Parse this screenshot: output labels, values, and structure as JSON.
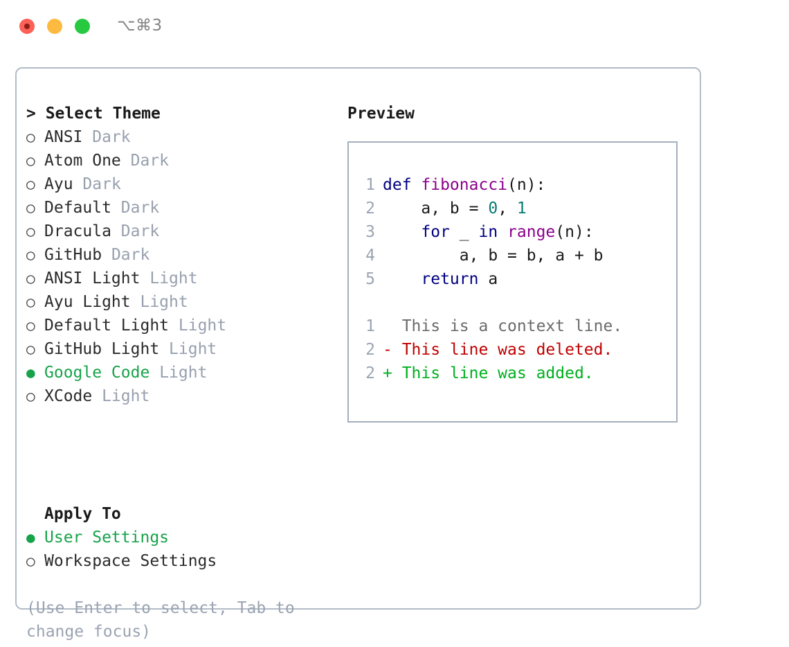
{
  "titlebar": {
    "shortcut": "⌥⌘3",
    "buttons": [
      {
        "name": "close",
        "color": "#fc6058"
      },
      {
        "name": "minimize",
        "color": "#fcbb40"
      },
      {
        "name": "maximize",
        "color": "#26c940"
      }
    ]
  },
  "colors": {
    "accent_green": "#16a34a",
    "muted_gray": "#97a0ae",
    "help_gray": "#9aa3b2",
    "card_border": "#b2bbc7",
    "preview_border": "#a5afbd",
    "keyword": "#000080",
    "function": "#8b008b",
    "number": "#0a7a74",
    "diff_deleted": "#c00000",
    "diff_added": "#00b01e",
    "diff_context": "#6b6b6b",
    "lineno": "#9aa4b2"
  },
  "theme_section": {
    "header": "> Select Theme",
    "bullet_unselected": "○",
    "bullet_selected": "●",
    "items": [
      {
        "label": "ANSI",
        "tag": "Dark",
        "selected": false
      },
      {
        "label": "Atom One",
        "tag": "Dark",
        "selected": false
      },
      {
        "label": "Ayu",
        "tag": "Dark",
        "selected": false
      },
      {
        "label": "Default",
        "tag": "Dark",
        "selected": false
      },
      {
        "label": "Dracula",
        "tag": "Dark",
        "selected": false
      },
      {
        "label": "GitHub",
        "tag": "Dark",
        "selected": false
      },
      {
        "label": "ANSI Light",
        "tag": "Light",
        "selected": false
      },
      {
        "label": "Ayu Light",
        "tag": "Light",
        "selected": false
      },
      {
        "label": "Default Light",
        "tag": "Light",
        "selected": false
      },
      {
        "label": "GitHub Light",
        "tag": "Light",
        "selected": false
      },
      {
        "label": "Google Code",
        "tag": "Light",
        "selected": true
      },
      {
        "label": "XCode",
        "tag": "Light",
        "selected": false
      }
    ]
  },
  "apply_section": {
    "header": "Apply To",
    "items": [
      {
        "label": "User Settings",
        "selected": true
      },
      {
        "label": "Workspace Settings",
        "selected": false
      }
    ]
  },
  "help_text": "(Use Enter to select, Tab to change focus)",
  "preview": {
    "title": "Preview",
    "code_lines": [
      {
        "no": "1",
        "tokens": [
          {
            "t": "def ",
            "c": "kw"
          },
          {
            "t": "fibonacci",
            "c": "fn"
          },
          {
            "t": "(n):",
            "c": "txt"
          }
        ]
      },
      {
        "no": "2",
        "tokens": [
          {
            "t": "    a, b = ",
            "c": "txt"
          },
          {
            "t": "0",
            "c": "num"
          },
          {
            "t": ", ",
            "c": "txt"
          },
          {
            "t": "1",
            "c": "num"
          }
        ]
      },
      {
        "no": "3",
        "tokens": [
          {
            "t": "    ",
            "c": "txt"
          },
          {
            "t": "for",
            "c": "kw"
          },
          {
            "t": " _ ",
            "c": "txt"
          },
          {
            "t": "in",
            "c": "kw"
          },
          {
            "t": " ",
            "c": "txt"
          },
          {
            "t": "range",
            "c": "fn"
          },
          {
            "t": "(n):",
            "c": "txt"
          }
        ]
      },
      {
        "no": "4",
        "tokens": [
          {
            "t": "        a, b = b, a + b",
            "c": "txt"
          }
        ]
      },
      {
        "no": "5",
        "tokens": [
          {
            "t": "    ",
            "c": "txt"
          },
          {
            "t": "return",
            "c": "kw"
          },
          {
            "t": " a",
            "c": "txt"
          }
        ]
      }
    ],
    "diff_lines": [
      {
        "no": "1",
        "marker": " ",
        "text": " This is a context line.",
        "kind": "ctx"
      },
      {
        "no": "2",
        "marker": "-",
        "text": " This line was deleted.",
        "kind": "del"
      },
      {
        "no": "2",
        "marker": "+",
        "text": " This line was added.",
        "kind": "add"
      }
    ]
  }
}
